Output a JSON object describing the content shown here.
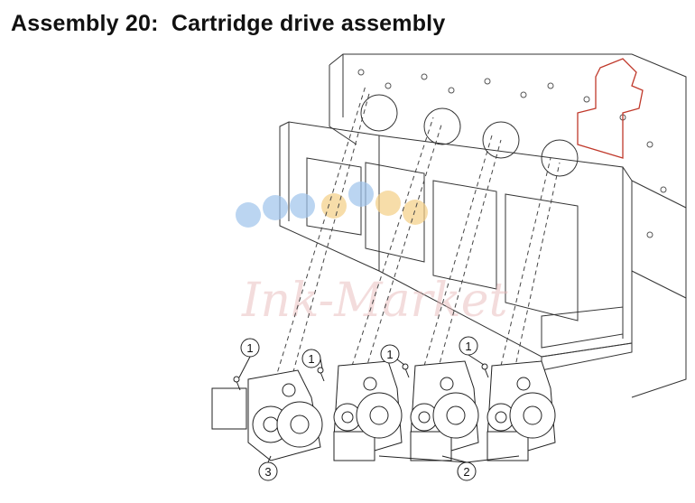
{
  "title": "Assembly 20:  Cartridge drive assembly",
  "watermark": "Ink-Market",
  "callouts": [
    {
      "label": "1"
    },
    {
      "label": "1"
    },
    {
      "label": "1"
    },
    {
      "label": "1"
    },
    {
      "label": "2"
    },
    {
      "label": "3"
    }
  ],
  "colors": {
    "line": "#333333",
    "dashed": "#444444",
    "bracket": "#c0392b",
    "watermark_blue": "#9fc4ec",
    "watermark_orange": "#f5cf86"
  }
}
